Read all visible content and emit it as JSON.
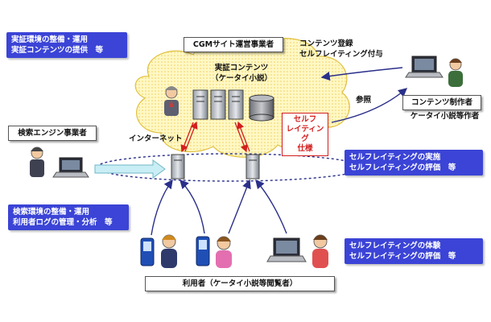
{
  "labels": {
    "top_left_roles": [
      "実証環境の整備・運用",
      "実証コンテンツの提供　等"
    ],
    "cgm_operator": "CGMサイト運営事業者",
    "content_center": [
      "実証コンテンツ",
      "（ケータイ小説）"
    ],
    "content_register": [
      "コンテンツ登録",
      "セルフレイティング付与"
    ],
    "reference": "参照",
    "content_creator": "コンテンツ制作者",
    "creator_sub": "ケータイ小説等作者",
    "search_provider": "検索エンジン事業者",
    "internet": "インターネット",
    "self_rating_spec": [
      "セルフ",
      "レイティング",
      "仕様"
    ],
    "creator_roles": [
      "セルフレイティングの実施",
      "セルフレイティングの評価　等"
    ],
    "search_roles": [
      "検索環境の整備・運用",
      "利用者ログの管理・分析　等"
    ],
    "user_roles": [
      "セルフレイティングの体験",
      "セルフレイティングの評価　等"
    ],
    "users": "利用者（ケータイ小説等閲覧者）"
  },
  "icons": [
    "server-icon",
    "database-icon",
    "person-icon",
    "laptop-icon",
    "mobile-phone-icon"
  ],
  "colors": {
    "role_box": "#3b44d6",
    "cloud": "#fff6b0",
    "callout": "#d21e1e",
    "arrow": "#2a2f8a"
  }
}
